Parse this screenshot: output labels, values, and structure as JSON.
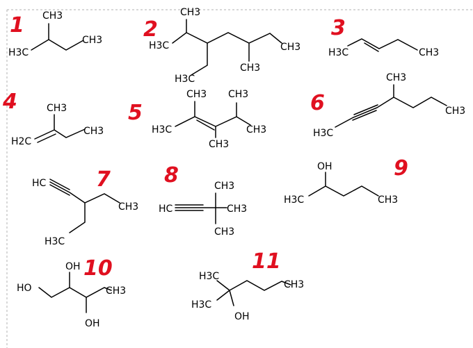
{
  "colors": {
    "annotation": "#e01020",
    "ink": "#000000",
    "frame": "#b0b0b0"
  },
  "molecules": [
    {
      "number": "1",
      "labels": {
        "l1": "CH3",
        "l2": "H3C",
        "l3": "CH3"
      }
    },
    {
      "number": "2",
      "labels": {
        "l1": "CH3",
        "l2": "H3C",
        "l3": "CH3",
        "l4": "H3C",
        "l5": "CH3"
      }
    },
    {
      "number": "3",
      "labels": {
        "l1": "H3C",
        "l2": "CH3"
      }
    },
    {
      "number": "4",
      "labels": {
        "l1": "CH3",
        "l2": "H2C",
        "l3": "CH3"
      }
    },
    {
      "number": "5",
      "labels": {
        "l1": "CH3",
        "l2": "CH3",
        "l3": "H3C",
        "l4": "CH3",
        "l5": "CH3"
      }
    },
    {
      "number": "6",
      "labels": {
        "l1": "CH3",
        "l2": "CH3",
        "l3": "H3C"
      }
    },
    {
      "number": "7",
      "labels": {
        "l1": "HC",
        "l2": "CH3",
        "l3": "H3C"
      }
    },
    {
      "number": "8",
      "labels": {
        "l1": "CH3",
        "l2": "HC",
        "l3": "CH3",
        "l4": "CH3"
      }
    },
    {
      "number": "9",
      "labels": {
        "l1": "OH",
        "l2": "H3C",
        "l3": "CH3"
      }
    },
    {
      "number": "10",
      "labels": {
        "l1": "OH",
        "l2": "HO",
        "l3": "CH3",
        "l4": "OH"
      }
    },
    {
      "number": "11",
      "labels": {
        "l1": "H3C",
        "l2": "CH3",
        "l3": "H3C",
        "l4": "OH"
      }
    }
  ]
}
